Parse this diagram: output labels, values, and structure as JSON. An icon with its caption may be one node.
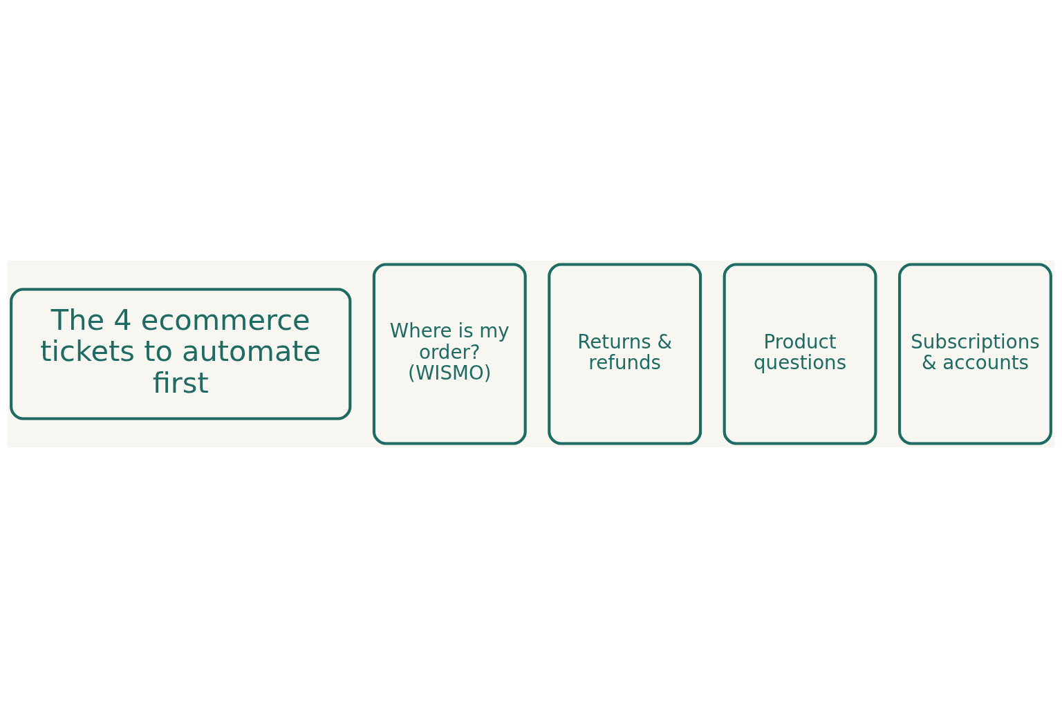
{
  "diagram": {
    "nodes": [
      {
        "text": [
          "The 4 ecommerce tickets to automate first"
        ]
      },
      {
        "text": [
          "Where is my order? (WISMO)"
        ]
      },
      {
        "text": [
          "Returns & refunds"
        ]
      },
      {
        "text": [
          "Product questions"
        ]
      },
      {
        "text": [
          "Subscriptions & accounts"
        ]
      }
    ],
    "edges": []
  }
}
